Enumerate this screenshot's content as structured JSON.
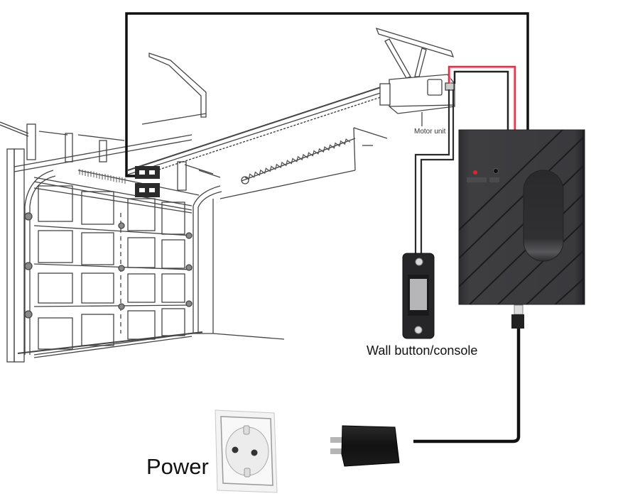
{
  "diagram": {
    "title": "Garage door opener wiring diagram",
    "labels": {
      "motor_unit": "Motor unit",
      "wall_button": "Wall button/console",
      "power": "Power"
    },
    "components": [
      {
        "id": "garage-door",
        "name": "Sectional garage door with tracks"
      },
      {
        "id": "motor-unit",
        "name": "Motor unit"
      },
      {
        "id": "smart-controller",
        "name": "Smart garage controller"
      },
      {
        "id": "wall-button",
        "name": "Wall button/console"
      },
      {
        "id": "power-adapter",
        "name": "USB power adapter"
      },
      {
        "id": "power-outlet",
        "name": "Wall power outlet"
      },
      {
        "id": "door-sensor",
        "name": "Door sensor"
      }
    ],
    "connections": [
      {
        "from": "motor-unit",
        "to": "smart-controller",
        "wires": [
          "red",
          "black"
        ]
      },
      {
        "from": "motor-unit",
        "to": "wall-button",
        "wires": [
          "black",
          "black"
        ]
      },
      {
        "from": "smart-controller",
        "to": "power-adapter",
        "wires": [
          "black"
        ]
      },
      {
        "from": "door-sensor",
        "to": "smart-controller",
        "wires": [
          "black"
        ]
      }
    ],
    "colors": {
      "wire_red": "#e0304a",
      "wire_black": "#111111",
      "device_body": "#3a3a3c",
      "line_art": "#444444"
    }
  }
}
